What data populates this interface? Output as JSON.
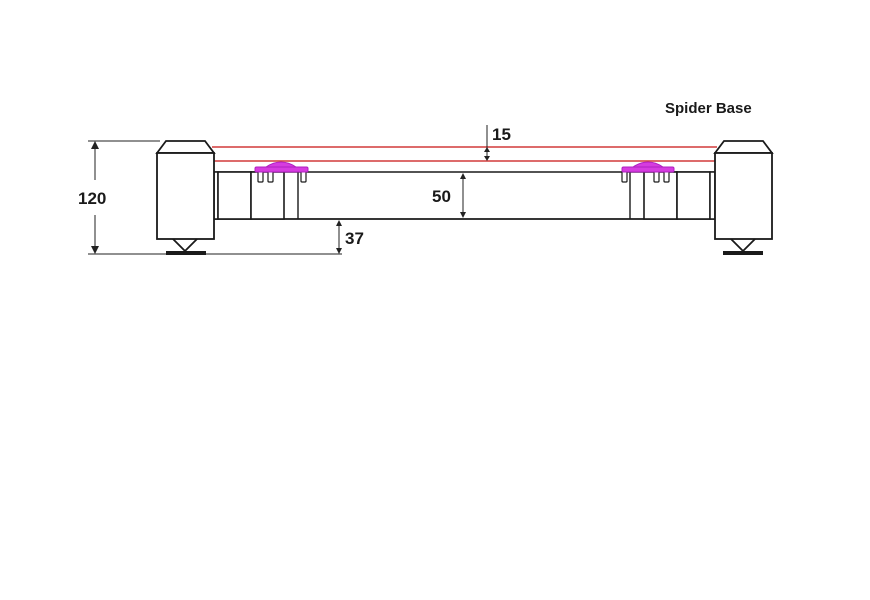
{
  "diagram": {
    "title": "Spider Base",
    "dimensions": {
      "overall_height": "120",
      "top_gap": "15",
      "frame_height": "50",
      "ground_clearance": "37"
    },
    "units_note": "",
    "colors": {
      "outline": "#1a1a1a",
      "shelf_lines": "#d23a3a",
      "coupler": "#d63ce0",
      "background": "#ffffff"
    },
    "components": [
      {
        "name": "left-post",
        "description": "Cylindrical corner post with chamfered top and spike foot"
      },
      {
        "name": "right-post",
        "description": "Cylindrical corner post with chamfered top and spike foot"
      },
      {
        "name": "frame-rail",
        "description": "Horizontal rail spanning between posts"
      },
      {
        "name": "shelf-lines",
        "description": "Two red lines indicating shelf/top plate levels"
      },
      {
        "name": "couplers",
        "description": "Magenta domed couplers on top of rail clamps"
      }
    ]
  }
}
